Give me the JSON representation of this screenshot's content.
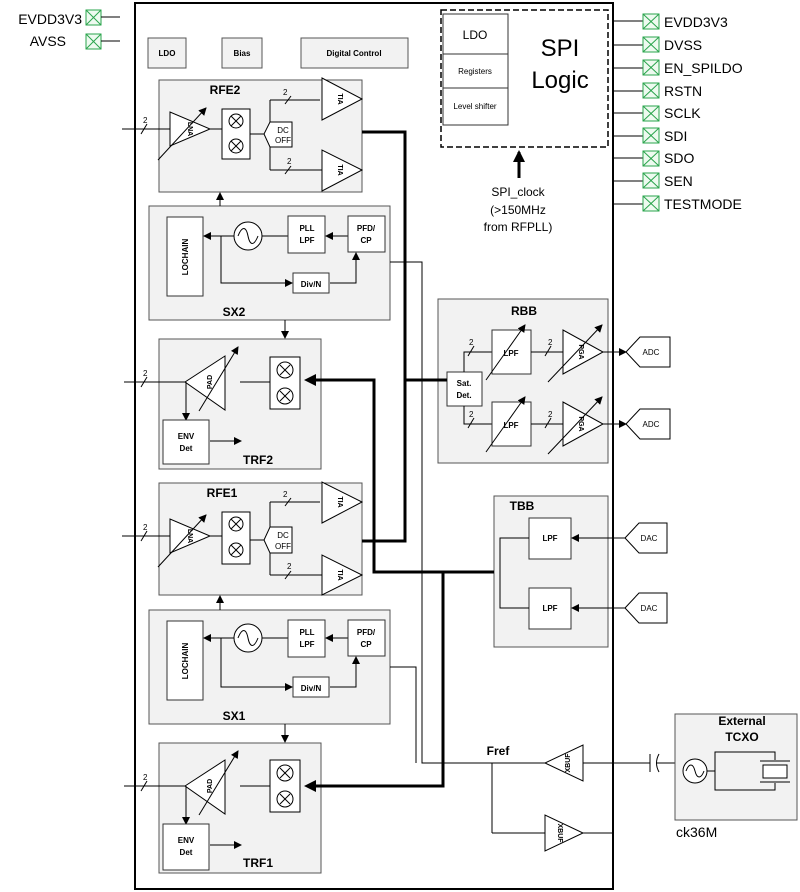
{
  "chip": {
    "top_blocks": {
      "ldo": "LDO",
      "bias": "Bias",
      "digital": "Digital Control"
    },
    "spi": {
      "title_line1": "SPI",
      "title_line2": "Logic",
      "ldo": "LDO",
      "registers": "Registers",
      "level_shifter": "Level shifter",
      "clock_line1": "SPI_clock",
      "clock_line2": "(>150MHz",
      "clock_line3": "from RFPLL)"
    },
    "rfe2": {
      "title": "RFE2",
      "lna": "LNA",
      "tia_top": "TIA",
      "tia_bot": "TIA",
      "dcoff_1": "DC",
      "dcoff_2": "OFF"
    },
    "sx2": {
      "title": "SX2",
      "lochain": "LOCHAIN",
      "pll_1": "PLL",
      "pll_2": "LPF",
      "pfd_1": "PFD/",
      "pfd_2": "CP",
      "div": "Div/N"
    },
    "trf2": {
      "title": "TRF2",
      "pad": "PAD",
      "env_1": "ENV",
      "env_2": "Det"
    },
    "rfe1": {
      "title": "RFE1",
      "lna": "LNA",
      "tia_top": "TIA",
      "tia_bot": "TIA",
      "dcoff_1": "DC",
      "dcoff_2": "OFF"
    },
    "sx1": {
      "title": "SX1",
      "lochain": "LOCHAIN",
      "pll_1": "PLL",
      "pll_2": "LPF",
      "pfd_1": "PFD/",
      "pfd_2": "CP",
      "div": "Div/N"
    },
    "trf1": {
      "title": "TRF1",
      "pad": "PAD",
      "env_1": "ENV",
      "env_2": "Det"
    },
    "rbb": {
      "title": "RBB",
      "lpf_top": "LPF",
      "lpf_bot": "LPF",
      "pga_top": "PGA",
      "pga_bot": "PGA",
      "sat_1": "Sat.",
      "sat_2": "Det.",
      "adc_top": "ADC",
      "adc_bot": "ADC"
    },
    "tbb": {
      "title": "TBB",
      "lpf_top": "LPF",
      "lpf_bot": "LPF",
      "dac_top": "DAC",
      "dac_bot": "DAC"
    },
    "fref": "Fref",
    "xbuf_top": "XBUF",
    "xbuf_bot": "XBUF",
    "tcxo": {
      "title_1": "External",
      "title_2": "TCXO",
      "label": "ck36M"
    },
    "bus_width": "2"
  },
  "pins_left": [
    "EVDD3V3",
    "AVSS"
  ],
  "pins_right": [
    "EVDD3V3",
    "DVSS",
    "EN_SPILDO",
    "RSTN",
    "SCLK",
    "SDI",
    "SDO",
    "SEN",
    "TESTMODE"
  ]
}
